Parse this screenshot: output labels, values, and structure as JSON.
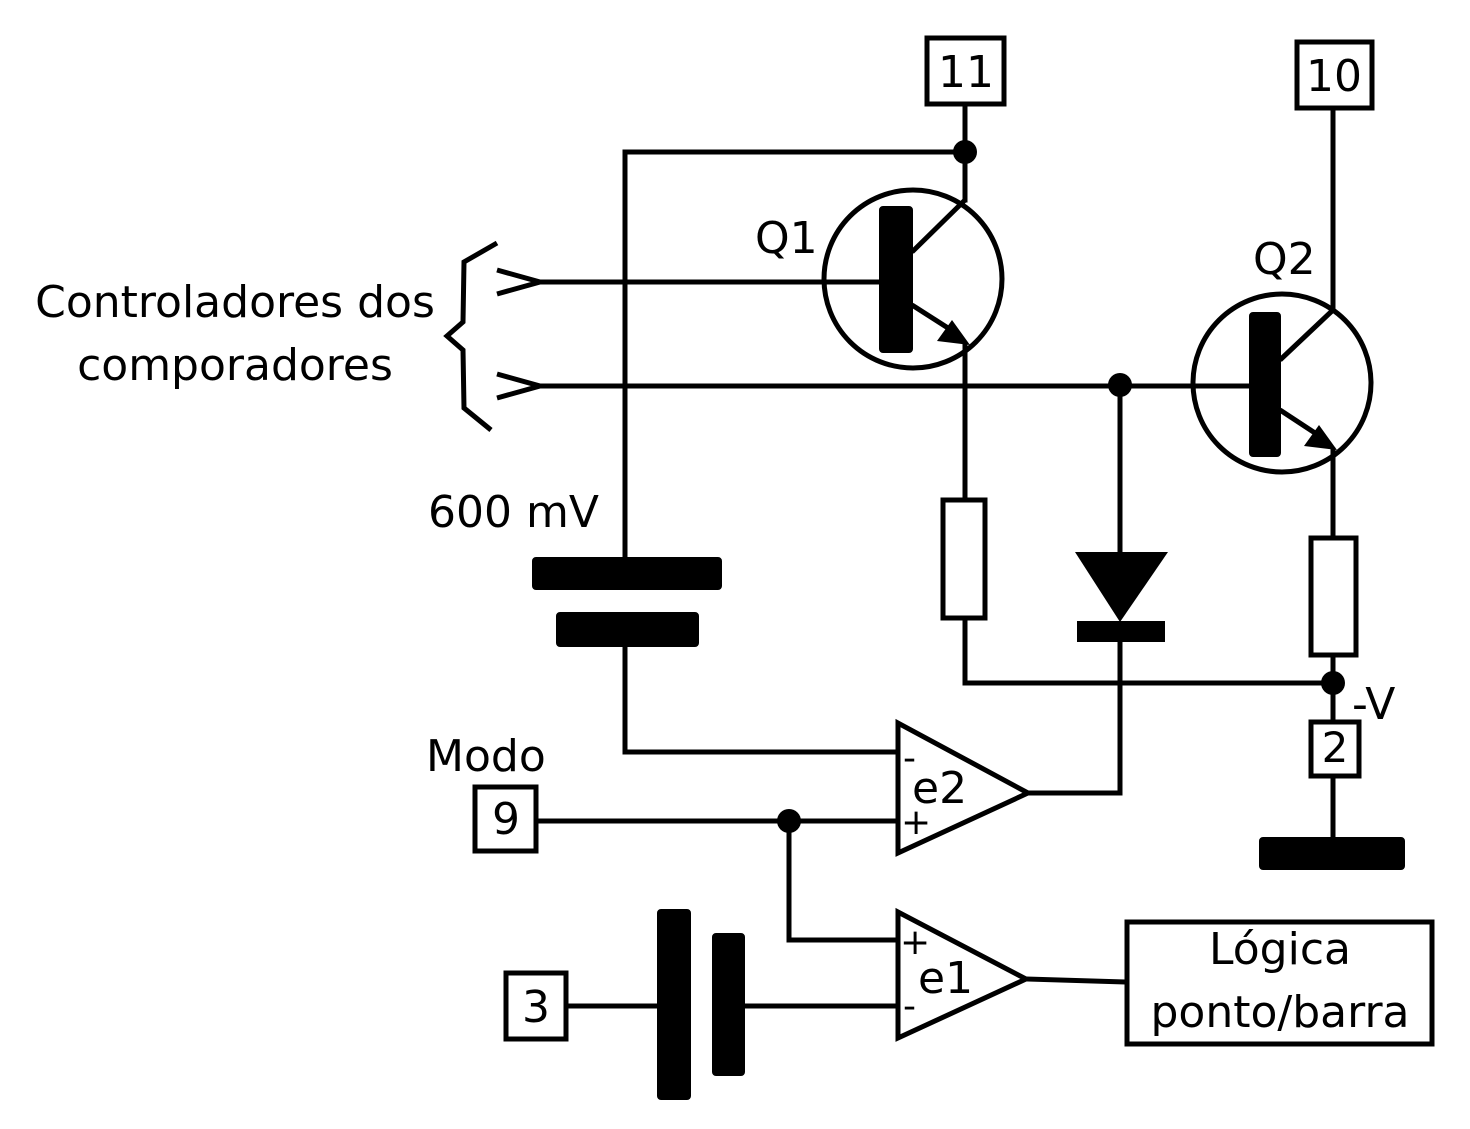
{
  "labels": {
    "input_line1": "Controladores dos",
    "input_line2": "comporadores",
    "q1": "Q1",
    "q2": "Q2",
    "battery_voltage": "600 mV",
    "mode": "Modo",
    "neg_supply": "-V",
    "logic_line1": "Lógica",
    "logic_line2": "ponto/barra"
  },
  "pins": {
    "p11": "11",
    "p10": "10",
    "p9": "9",
    "p3": "3",
    "p2": "2"
  },
  "comparators": {
    "e2": {
      "name": "e2",
      "top_sign": "-",
      "bottom_sign": "+"
    },
    "e1": {
      "name": "e1",
      "top_sign": "+",
      "bottom_sign": "-"
    }
  }
}
